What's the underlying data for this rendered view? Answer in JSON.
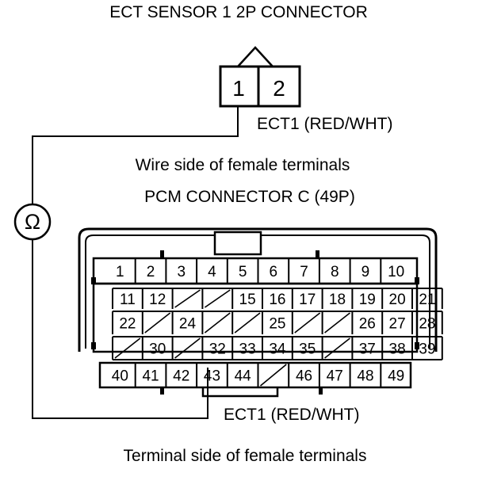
{
  "title": "ECT SENSOR 1 2P CONNECTOR",
  "sensor_connector": {
    "pins": [
      "1",
      "2"
    ],
    "wire_label": "ECT1 (RED/WHT)"
  },
  "view_label_top": "Wire side of female terminals",
  "pcm_connector_title": "PCM CONNECTOR C (49P)",
  "meter_symbol": "Ω",
  "pcm_wire_label": "ECT1 (RED/WHT)",
  "view_label_bottom": "Terminal side of female terminals",
  "pcm_rows": [
    [
      "1",
      "2",
      "3",
      "4",
      "5",
      "6",
      "7",
      "8",
      "9",
      "10"
    ],
    [
      "11",
      "12",
      "",
      "",
      "15",
      "16",
      "17",
      "18",
      "19",
      "20",
      "21"
    ],
    [
      "22",
      "",
      "24",
      "",
      "",
      "25",
      "",
      "",
      "26",
      "27",
      "28"
    ],
    [
      "",
      "30",
      "",
      "32",
      "33",
      "34",
      "35",
      "",
      "37",
      "38",
      "39"
    ],
    [
      "40",
      "41",
      "42",
      "43",
      "44",
      "",
      "46",
      "47",
      "48",
      "49"
    ]
  ]
}
